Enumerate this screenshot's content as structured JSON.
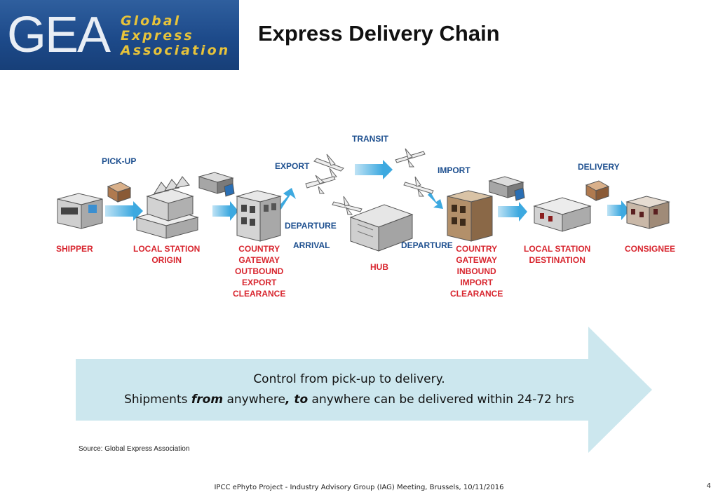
{
  "logo": {
    "acronym": "GEA",
    "lines": [
      "Global",
      "Express",
      "Association"
    ],
    "colors": {
      "bg": "#1d4a8a",
      "text": "#e7c33a",
      "acronym": "#e9eef5"
    }
  },
  "title": "Express Delivery Chain",
  "diagram": {
    "red_labels": {
      "shipper": "SHIPPER",
      "local_origin": [
        "LOCAL STATION",
        "ORIGIN"
      ],
      "gateway_out": [
        "COUNTRY",
        "GATEWAY",
        "OUTBOUND",
        "EXPORT",
        "CLEARANCE"
      ],
      "hub": "HUB",
      "gateway_in": [
        "COUNTRY",
        "GATEWAY",
        "INBOUND",
        "IMPORT",
        "CLEARANCE"
      ],
      "local_dest": [
        "LOCAL STATION",
        "DESTINATION"
      ],
      "consignee": "CONSIGNEE"
    },
    "blue_labels": {
      "pickup": "PICK-UP",
      "transit": "TRANSIT",
      "export": "EXPORT",
      "import": "IMPORT",
      "delivery": "DELIVERY",
      "departure1": "DEPARTURE",
      "arrival": "ARRIVAL",
      "departure2": "DEPARTURE"
    },
    "colors": {
      "red": "#d8262f",
      "blue": "#1d4f8f",
      "arrow": "#3da9e0"
    }
  },
  "banner": {
    "line1": "Control from pick-up to delivery.",
    "line2_a": "Shipments ",
    "line2_b": "from",
    "line2_c": " anywhere",
    "line2_d": ", ",
    "line2_e": "to",
    "line2_f": " anywhere can be delivered within 24-72 hrs",
    "color": "#cce7ee"
  },
  "source": "Source: Global Express Association",
  "footer": "IPCC ePhyto Project - Industry Advisory Group (IAG) Meeting, Brussels, 10/11/2016",
  "page_number": "4"
}
